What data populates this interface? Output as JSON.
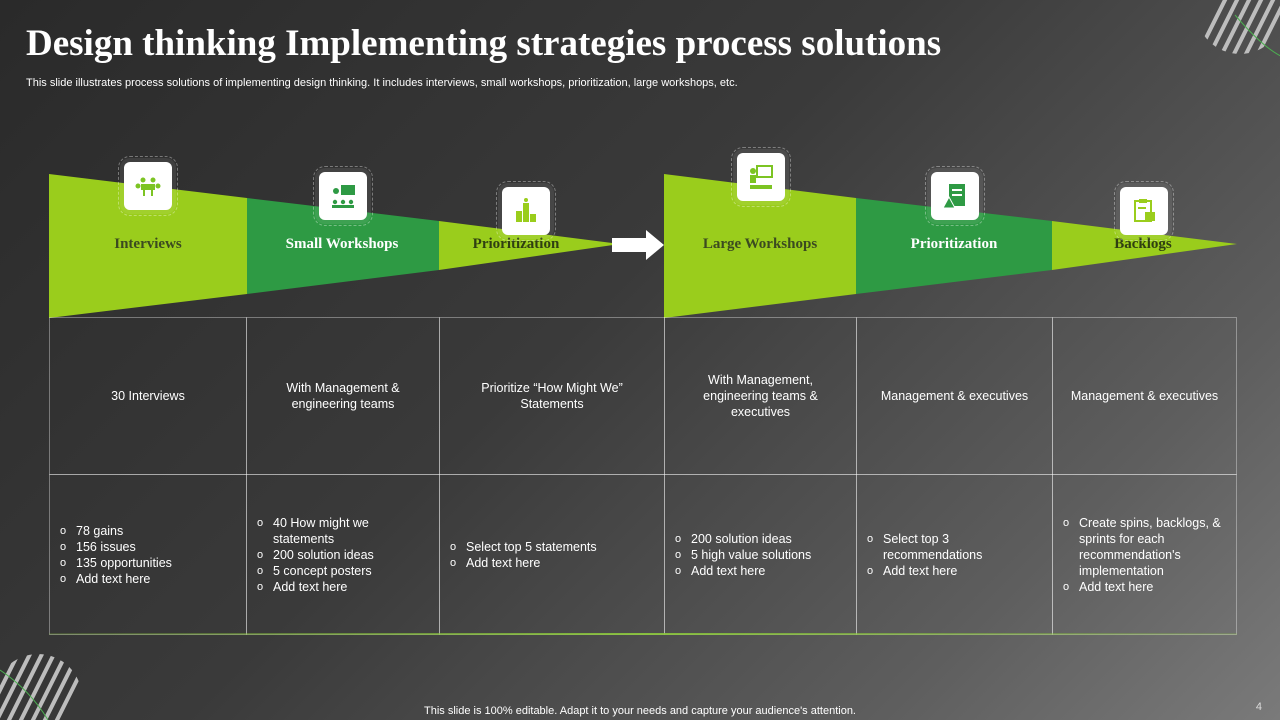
{
  "title": "Design thinking Implementing strategies process solutions",
  "subtitle": "This slide illustrates process solutions of implementing design thinking. It includes interviews, small workshops, prioritization, large workshops, etc.",
  "footer": "This slide is 100% editable. Adapt it to your needs and capture your audience's attention.",
  "page_number": "4",
  "colors": {
    "lime": "#9acd1c",
    "green": "#2e9a44",
    "dark_bg": "#2a2a2a"
  },
  "stages": [
    {
      "label": "Interviews",
      "icon": "meeting-table-icon",
      "color": "lime"
    },
    {
      "label": "Small Workshops",
      "icon": "presentation-board-icon",
      "color": "green"
    },
    {
      "label": "Prioritization",
      "icon": "bar-ranking-icon",
      "color": "lime"
    },
    {
      "label": "Large Workshops",
      "icon": "presenter-audience-icon",
      "color": "lime"
    },
    {
      "label": "Prioritization",
      "icon": "checklist-warning-icon",
      "color": "green"
    },
    {
      "label": "Backlogs",
      "icon": "clipboard-box-icon",
      "color": "lime"
    }
  ],
  "row1": [
    "30 Interviews",
    "With Management & engineering teams",
    "Prioritize “How Might We” Statements",
    "With Management, engineering teams & executives",
    "Management & executives",
    "Management & executives"
  ],
  "row2": [
    [
      "78 gains",
      "156 issues",
      "135 opportunities",
      "Add text here"
    ],
    [
      "40 How might we statements",
      "200 solution ideas",
      "5 concept posters",
      "Add text here"
    ],
    [
      "Select top 5 statements",
      "Add text here"
    ],
    [
      "200 solution ideas",
      "5 high value solutions",
      "Add text here"
    ],
    [
      "Select top 3 recommendations",
      "Add text here"
    ],
    [
      "Create spins, backlogs, & sprints for each recommendation's implementation",
      "Add text here"
    ]
  ]
}
